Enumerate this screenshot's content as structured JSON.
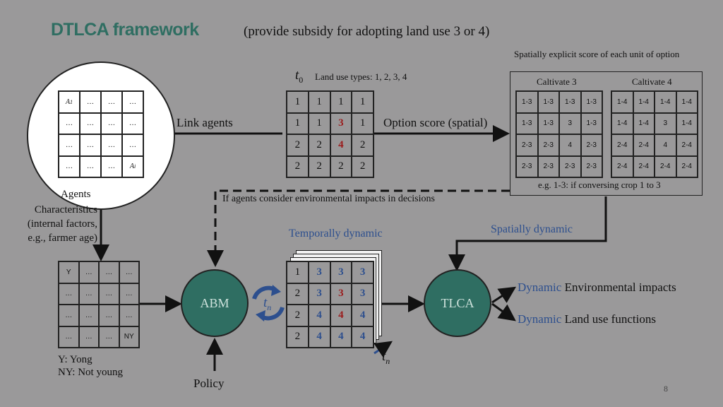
{
  "title": "DTLCA framework",
  "subtitle": "(provide subsidy for adopting land use 3 or 4)",
  "spatial_score_note": "Spatially explicit score of each unit of option",
  "t0_label": "t",
  "t0_sub": "0",
  "land_use_types": "Land use types: 1, 2, 3, 4",
  "link_agents": "Link agents",
  "option_score": "Option score (spatial)",
  "agents_grid": [
    [
      "A1",
      "…",
      "…",
      "…"
    ],
    [
      "…",
      "…",
      "…",
      "…"
    ],
    [
      "…",
      "…",
      "…",
      "…"
    ],
    [
      "…",
      "…",
      "…",
      "Ai"
    ]
  ],
  "land_use_grid": [
    [
      "1",
      "1",
      "1",
      "1"
    ],
    [
      "1",
      "1",
      "3",
      "1"
    ],
    [
      "2",
      "2",
      "4",
      "2"
    ],
    [
      "2",
      "2",
      "2",
      "2"
    ]
  ],
  "caltivate3_label": "Caltivate 3",
  "caltivate4_label": "Caltivate 4",
  "caltivate3_grid": [
    [
      "1-3",
      "1-3",
      "1-3",
      "1-3"
    ],
    [
      "1-3",
      "1-3",
      "3",
      "1-3"
    ],
    [
      "2-3",
      "2-3",
      "4",
      "2-3"
    ],
    [
      "2-3",
      "2-3",
      "2-3",
      "2-3"
    ]
  ],
  "caltivate4_grid": [
    [
      "1-4",
      "1-4",
      "1-4",
      "1-4"
    ],
    [
      "1-4",
      "1-4",
      "3",
      "1-4"
    ],
    [
      "2-4",
      "2-4",
      "4",
      "2-4"
    ],
    [
      "2-4",
      "2-4",
      "2-4",
      "2-4"
    ]
  ],
  "conversion_note": "e.g. 1-3: if conversing crop 1 to 3",
  "env_impacts_note": "If agents consider environmental impacts in decisions",
  "agents_label": "Agents",
  "characteristics": [
    "Characteristics",
    "(internal factors,",
    "e.g., farmer age)"
  ],
  "temporally_dynamic": "Temporally dynamic",
  "spatially_dynamic": "Spatially dynamic",
  "young_grid": [
    [
      "Y",
      "…",
      "…",
      "…"
    ],
    [
      "…",
      "…",
      "…",
      "…"
    ],
    [
      "…",
      "…",
      "…",
      "…"
    ],
    [
      "…",
      "…",
      "…",
      "NY"
    ]
  ],
  "young_legend": [
    "Y: Yong",
    "NY: Not young"
  ],
  "abm_label": "ABM",
  "tlca_label": "TLCA",
  "tn_label": "t",
  "tn_sub": "n",
  "temporal_grid": [
    [
      "1",
      "3",
      "3",
      "3"
    ],
    [
      "2",
      "3",
      "3",
      "3"
    ],
    [
      "2",
      "4",
      "4",
      "4"
    ],
    [
      "2",
      "4",
      "4",
      "4"
    ]
  ],
  "policy_label": "Policy",
  "output_dynamic_word": "Dynamic",
  "output1": "Environmental impacts",
  "output2": "Land use functions",
  "page_number": "8",
  "colors": {
    "accent_green": "#2f6e62",
    "highlight_red": "#9b1c1c",
    "highlight_blue": "#2d4f8e",
    "background": "#9a999a"
  }
}
